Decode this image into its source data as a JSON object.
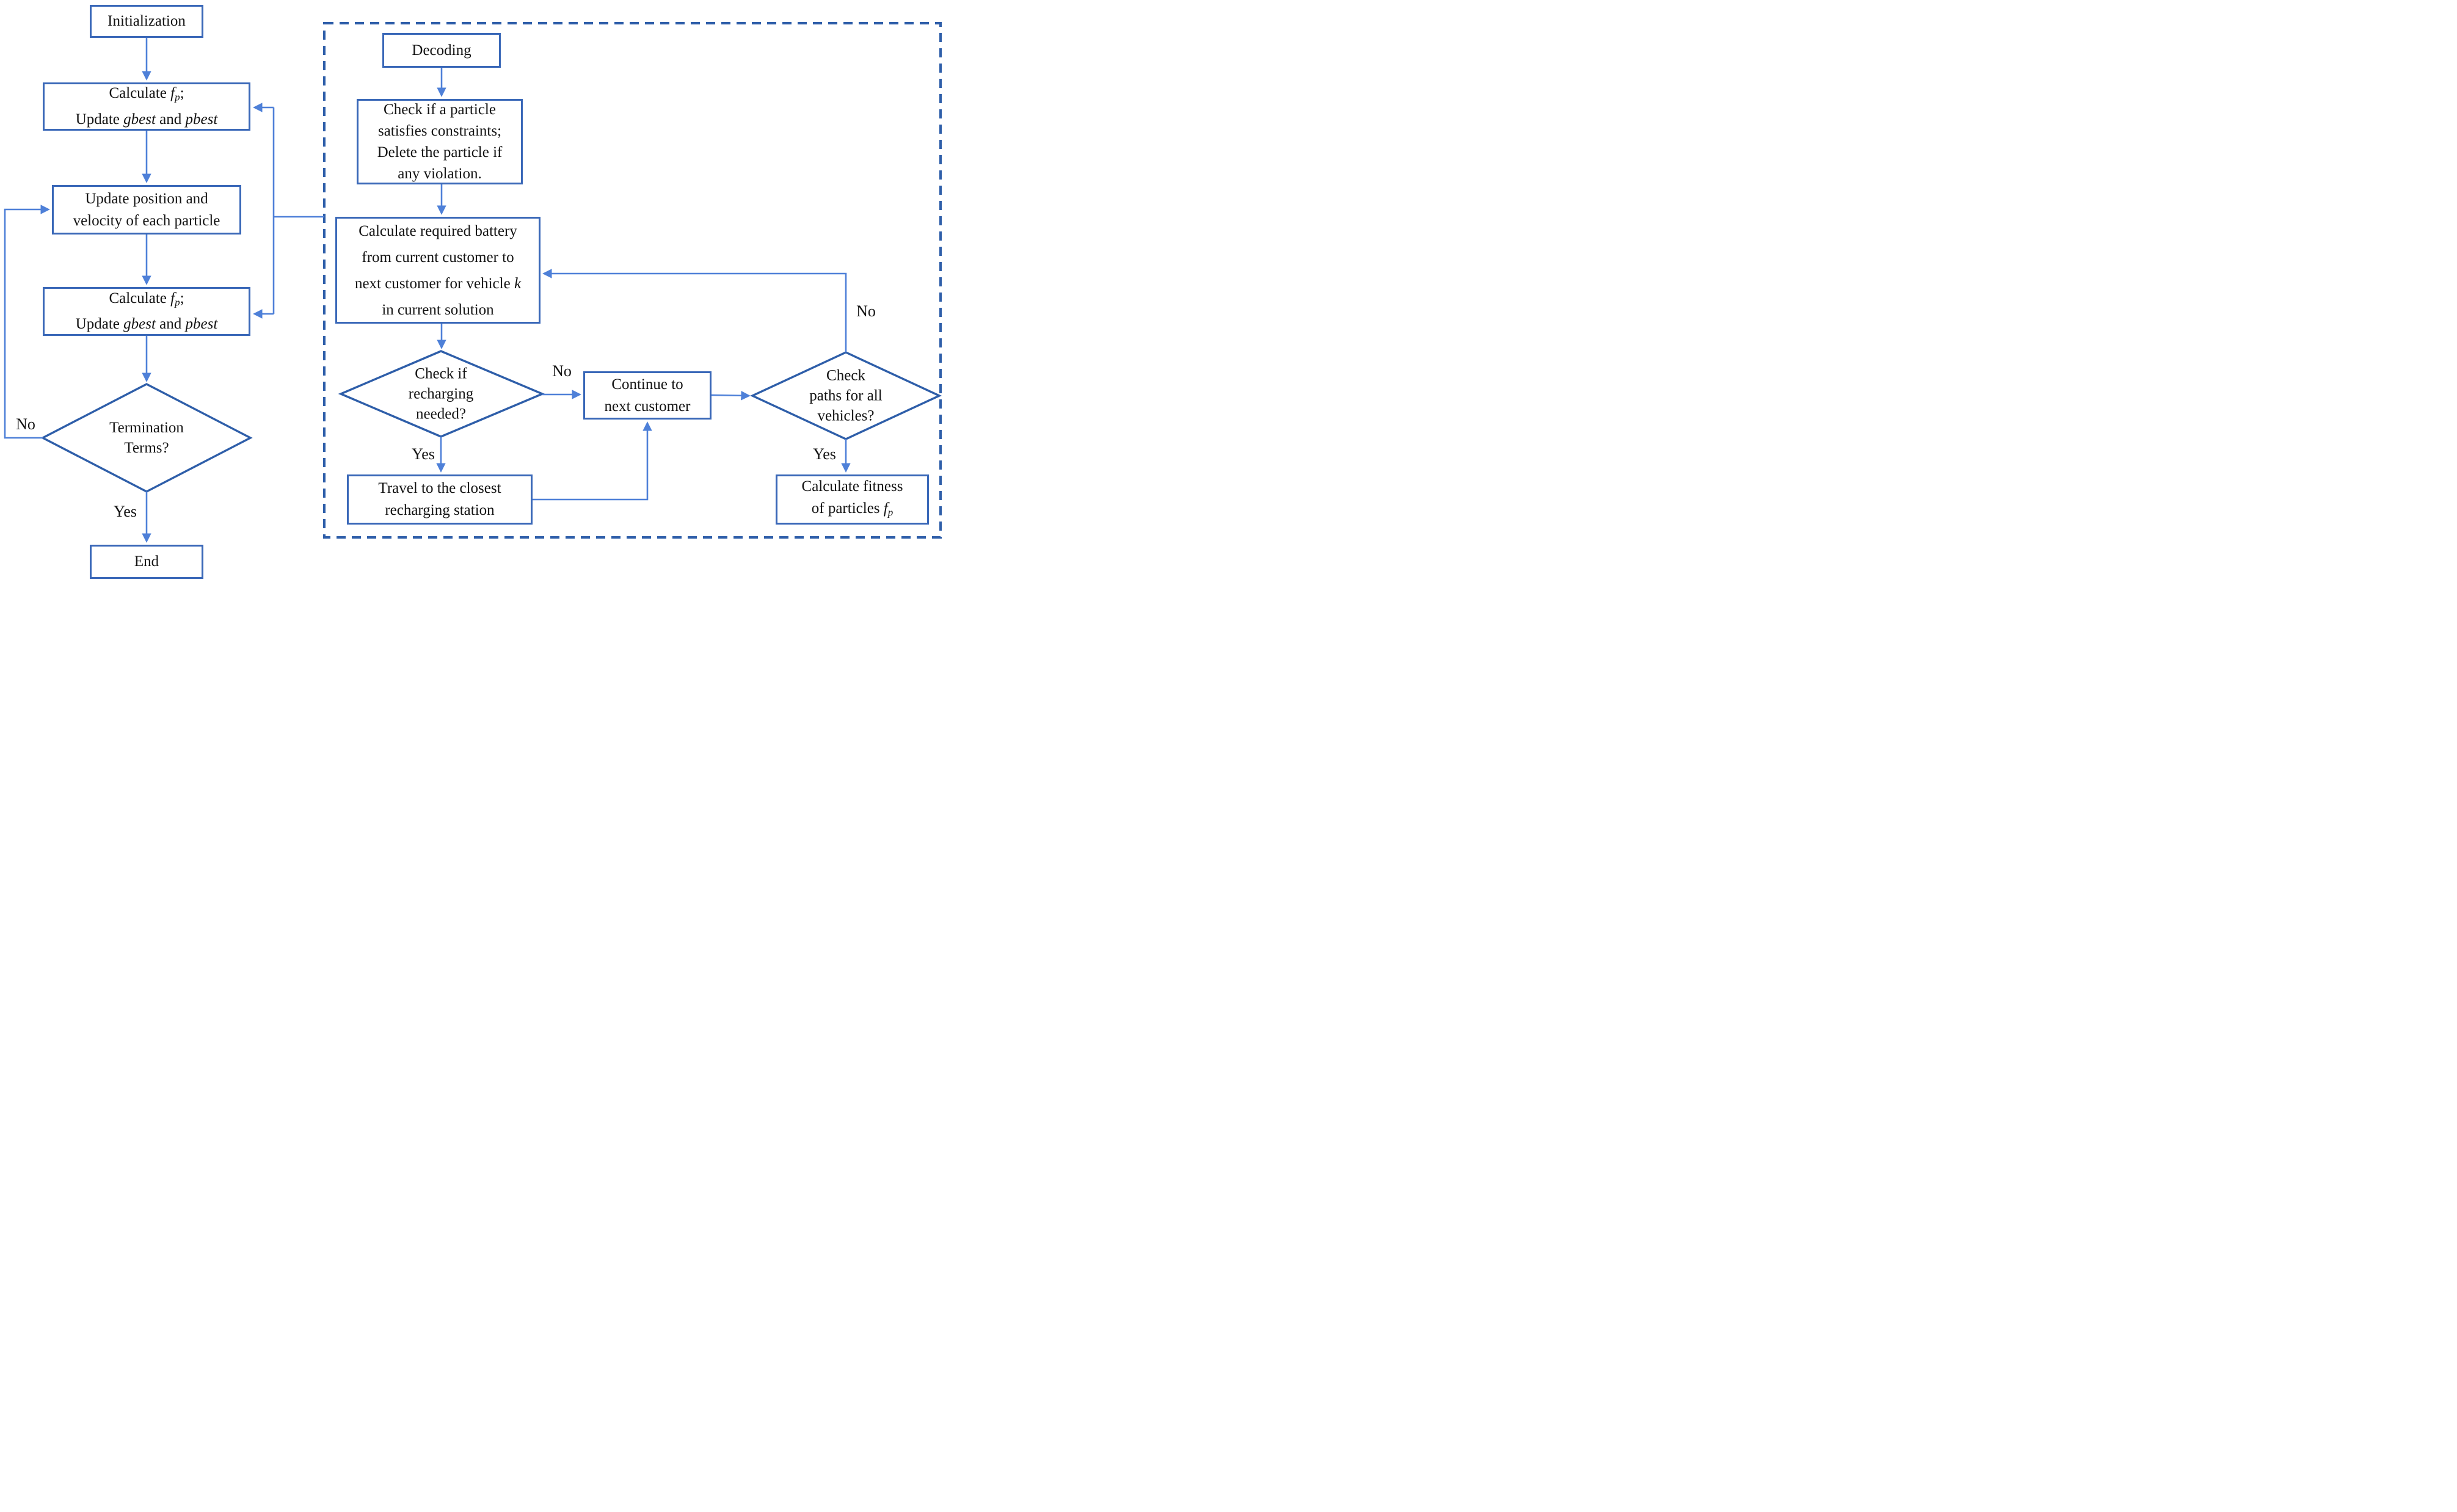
{
  "colors": {
    "box_border": "#3a68b8",
    "diamond_border": "#2e5ea9",
    "dashed_border": "#2e5ea9",
    "arrow": "#4e80d8",
    "text": "#141414"
  },
  "left": {
    "init": "Initialization",
    "calc": {
      "l1a": "Calculate ",
      "f": "f",
      "fsub": "p",
      "l1b": ";",
      "l2a": "Update ",
      "gbest": "gbest",
      "l2b": " and ",
      "pbest": "pbest"
    },
    "update": {
      "l1": "Update position and",
      "l2": "velocity of each particle"
    },
    "term": {
      "l1": "Termination",
      "l2": "Terms?"
    },
    "end": "End",
    "no": "No",
    "yes": "Yes"
  },
  "sub": {
    "decoding": "Decoding",
    "check": {
      "l1": "Check if a particle",
      "l2": "satisfies constraints;",
      "l3": "Delete the particle if",
      "l4": "any violation."
    },
    "battery": {
      "l1": "Calculate required battery",
      "l2": "from current customer to",
      "l3a": "next customer for vehicle ",
      "k": "k",
      "l4": "in current solution"
    },
    "recharge": {
      "l1": "Check if",
      "l2": "recharging",
      "l3": "needed?"
    },
    "cont": {
      "l1": "Continue to",
      "l2": "next customer"
    },
    "paths": {
      "l1": "Check",
      "l2": "paths for all",
      "l3": "vehicles?"
    },
    "travel": {
      "l1": "Travel to the closest",
      "l2": "recharging station"
    },
    "fitness": {
      "l1": "Calculate fitness",
      "l2a": "of particles ",
      "f": "f",
      "fsub": "p"
    },
    "recharge_no": "No",
    "recharge_yes": "Yes",
    "paths_no": "No",
    "paths_yes": "Yes"
  }
}
